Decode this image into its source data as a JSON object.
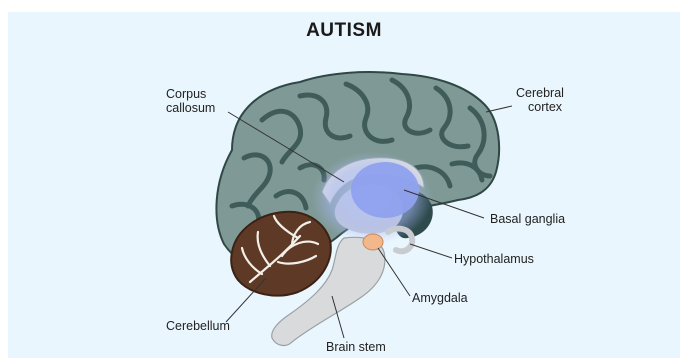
{
  "title": "AUTISM",
  "labels": {
    "corpus_callosum_line1": "Corpus",
    "corpus_callosum_line2": "callosum",
    "cerebral_cortex_line1": "Cerebral",
    "cerebral_cortex_line2": "cortex",
    "basal_ganglia": "Basal ganglia",
    "hypothalamus": "Hypothalamus",
    "amygdala": "Amygdala",
    "cerebellum": "Cerebellum",
    "brain_stem": "Brain stem"
  },
  "colors": {
    "background": "#eaf6fd",
    "cortex": "#7f9a96",
    "cortex_sulci": "#3f5c5a",
    "corpus_callosum": "#d9dde0",
    "basal_ganglia": "#8fa1ee",
    "glow": "#a9b9f7",
    "cerebellum": "#5e3a26",
    "amygdala": "#f3b78c",
    "brain_stem": "#d8dadc",
    "deep_structure": "#2e4a4c"
  }
}
